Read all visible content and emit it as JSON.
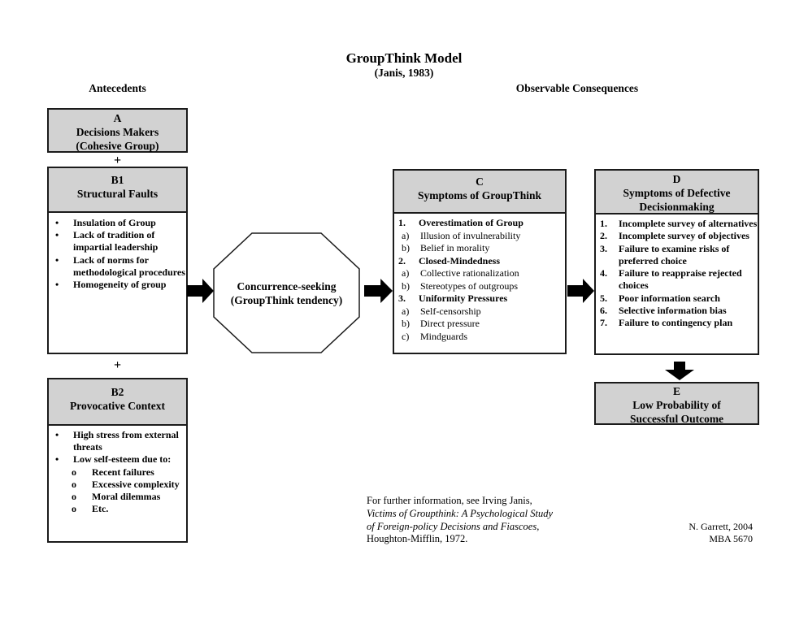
{
  "title": "GroupThink Model",
  "subtitle": "(Janis, 1983)",
  "column_headers": {
    "left": "Antecedents",
    "right": "Observable Consequences"
  },
  "plus_sign": "+",
  "boxes": {
    "a": {
      "code": "A",
      "lines": [
        "Decisions Makers",
        "(Cohesive Group)"
      ]
    },
    "b1": {
      "code": "B1",
      "title": "Structural Faults",
      "rows": [
        {
          "marker": "•",
          "text": "Insulation of Group"
        },
        {
          "marker": "•",
          "text": "Lack of tradition of impartial leadership"
        },
        {
          "marker": "•",
          "text": "Lack of norms for methodological procedures"
        },
        {
          "marker": "•",
          "text": "Homogeneity of group"
        }
      ]
    },
    "b2": {
      "code": "B2",
      "title": "Provocative Context",
      "rows": [
        {
          "marker": "•",
          "text": "High stress from external threats"
        },
        {
          "marker": "•",
          "text": "Low self-esteem due to:"
        },
        {
          "marker": "o",
          "text": "Recent failures"
        },
        {
          "marker": "o",
          "text": "Excessive complexity"
        },
        {
          "marker": "o",
          "text": "Moral dilemmas"
        },
        {
          "marker": "o",
          "text": "Etc."
        }
      ]
    },
    "c": {
      "code": "C",
      "title": "Symptoms of GroupThink",
      "rows": [
        {
          "marker": "1.",
          "text": "Overestimation of Group"
        },
        {
          "marker": "a)",
          "text": "Illusion of invulnerability"
        },
        {
          "marker": "b)",
          "text": "Belief in morality"
        },
        {
          "marker": "2.",
          "text": "Closed-Mindedness"
        },
        {
          "marker": "a)",
          "text": "Collective rationalization"
        },
        {
          "marker": "b)",
          "text": "Stereotypes of outgroups"
        },
        {
          "marker": "3.",
          "text": "Uniformity Pressures"
        },
        {
          "marker": "a)",
          "text": "Self-censorship"
        },
        {
          "marker": "b)",
          "text": "Direct pressure"
        },
        {
          "marker": "c)",
          "text": "Mindguards"
        }
      ]
    },
    "d": {
      "code": "D",
      "title_lines": [
        "Symptoms of Defective",
        "Decisionmaking"
      ],
      "rows": [
        {
          "marker": "1.",
          "text": "Incomplete survey of alternatives"
        },
        {
          "marker": "2.",
          "text": "Incomplete survey of objectives"
        },
        {
          "marker": "3.",
          "text": "Failure to examine risks of preferred choice"
        },
        {
          "marker": "4.",
          "text": "Failure to reappraise rejected choices"
        },
        {
          "marker": "5.",
          "text": "Poor information search"
        },
        {
          "marker": "6.",
          "text": "Selective information bias"
        },
        {
          "marker": "7.",
          "text": "Failure to contingency plan"
        }
      ]
    },
    "e": {
      "code": "E",
      "lines": [
        "Low Probability of",
        "Successful Outcome"
      ]
    }
  },
  "octagon": {
    "lines": [
      "Concurrence-seeking",
      "(GroupThink tendency)"
    ]
  },
  "footer": {
    "lines": [
      {
        "text": "For further information, see Irving Janis,",
        "italic": false
      },
      {
        "text": "Victims of Groupthink:  A Psychological Study",
        "italic": true
      },
      {
        "text": "of Foreign-policy Decisions and Fiascoes,",
        "italic": true
      },
      {
        "text": "Houghton-Mifflin, 1972.",
        "italic": false
      }
    ]
  },
  "credit_lines": [
    "N. Garrett, 2004",
    "MBA 5670"
  ],
  "colors": {
    "box_fill": "#d2d2d2",
    "border": "#1b1b1b",
    "arrow": "#000000"
  }
}
